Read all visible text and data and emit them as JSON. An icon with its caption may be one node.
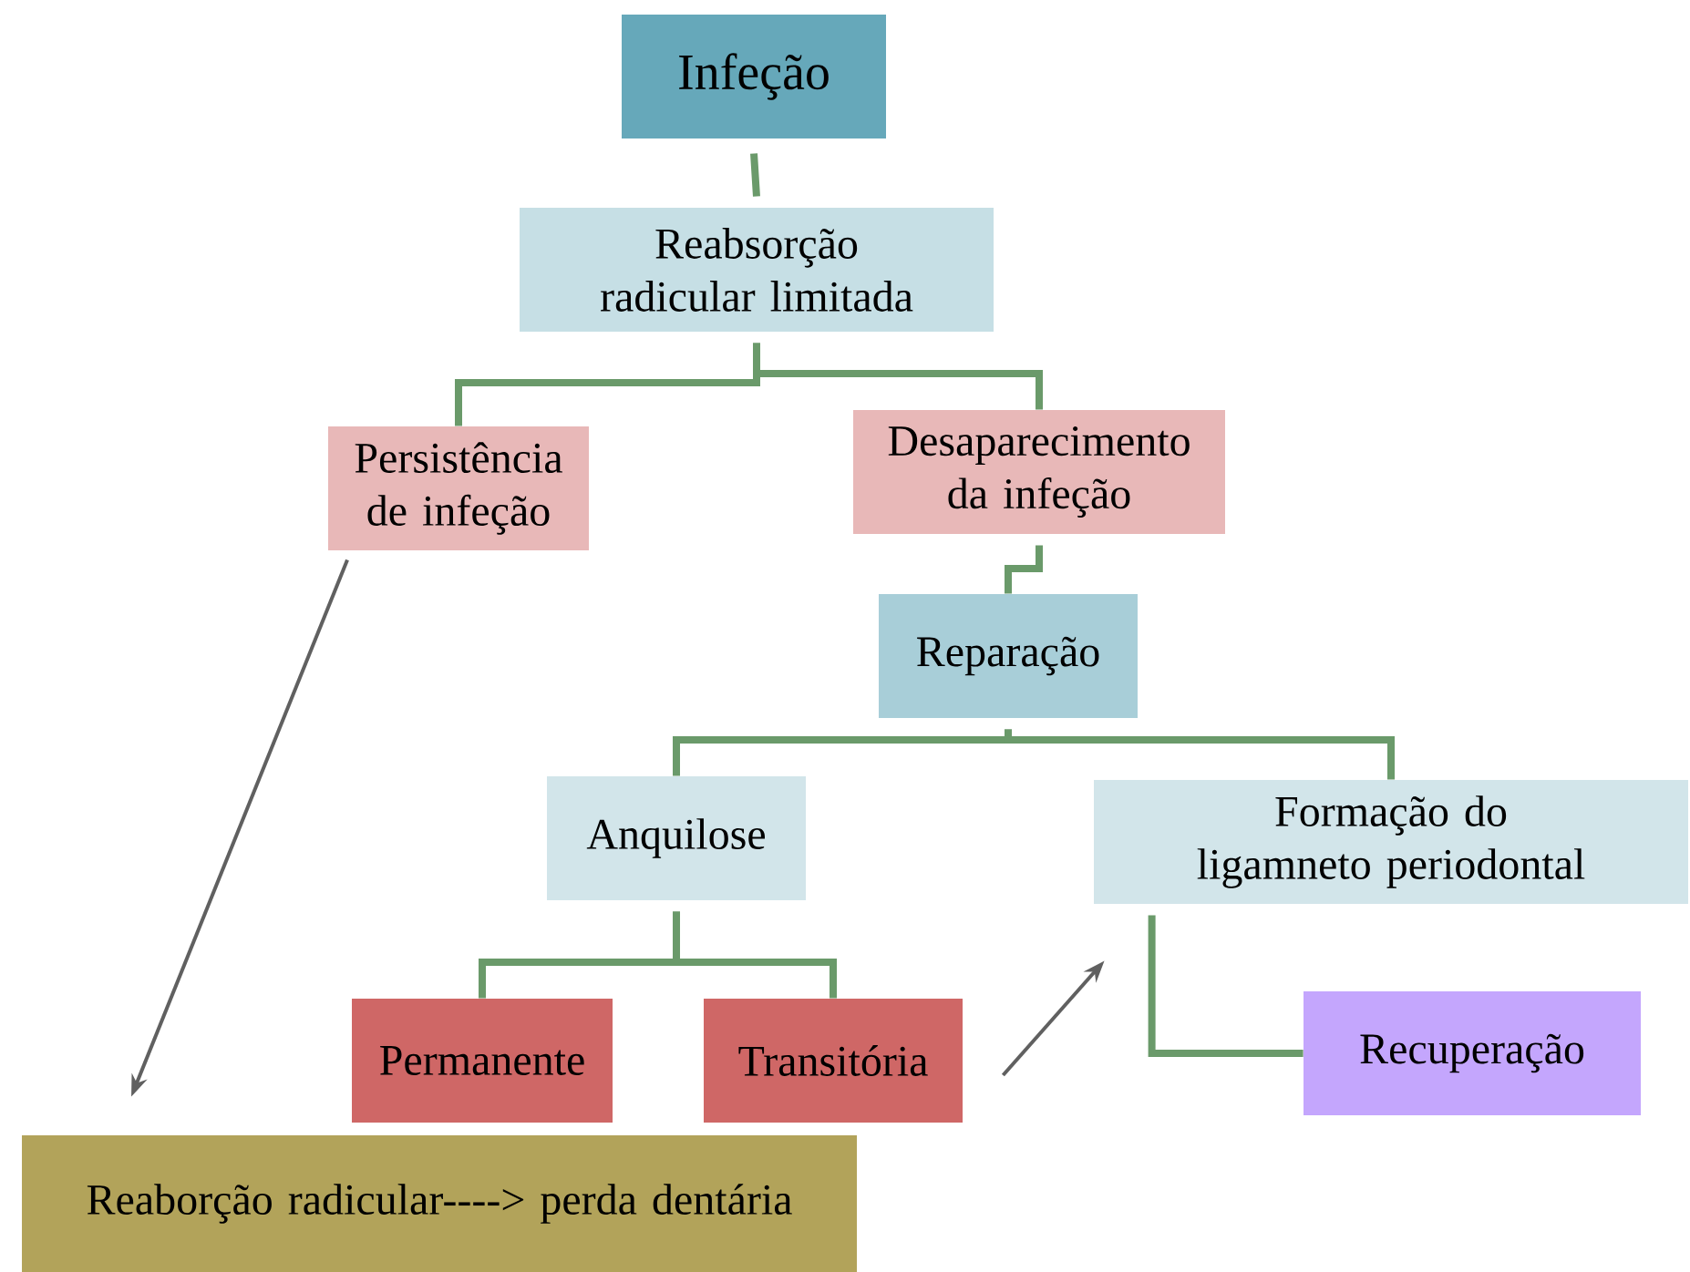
{
  "diagram": {
    "nodes": [
      {
        "text": [
          "Infeção"
        ]
      },
      {
        "text": [
          "Reabsorção radicular limitada"
        ]
      },
      {
        "text": [
          "Persistência de infeção"
        ]
      },
      {
        "text": [
          "Desaparecimento da infeção"
        ]
      },
      {
        "text": [
          "Reparação"
        ]
      },
      {
        "text": [
          "Anquilose"
        ]
      },
      {
        "text": [
          "Formação do ligamneto periodontal"
        ]
      },
      {
        "text": [
          "Permanente"
        ]
      },
      {
        "text": [
          "Transitória"
        ]
      },
      {
        "text": [
          "Recuperação"
        ]
      },
      {
        "text": [
          "Reaborção radicular----> perda dentária"
        ]
      }
    ],
    "edges": [
      {
        "from": 0,
        "to": 1,
        "arrow": "none"
      },
      {
        "from": 1,
        "to": 2,
        "arrow": "none"
      },
      {
        "from": 1,
        "to": 3,
        "arrow": "none"
      },
      {
        "from": 3,
        "to": 4,
        "arrow": "none"
      },
      {
        "from": 4,
        "to": 5,
        "arrow": "none"
      },
      {
        "from": 4,
        "to": 6,
        "arrow": "none"
      },
      {
        "from": 5,
        "to": 7,
        "arrow": "none"
      },
      {
        "from": 5,
        "to": 8,
        "arrow": "none"
      },
      {
        "from": 6,
        "to": 9,
        "arrow": "none"
      },
      {
        "from": 2,
        "to": 10,
        "arrow": "to",
        "color": "#606060"
      },
      {
        "from": 8,
        "to": 6,
        "arrow": "to",
        "color": "#606060"
      }
    ]
  }
}
